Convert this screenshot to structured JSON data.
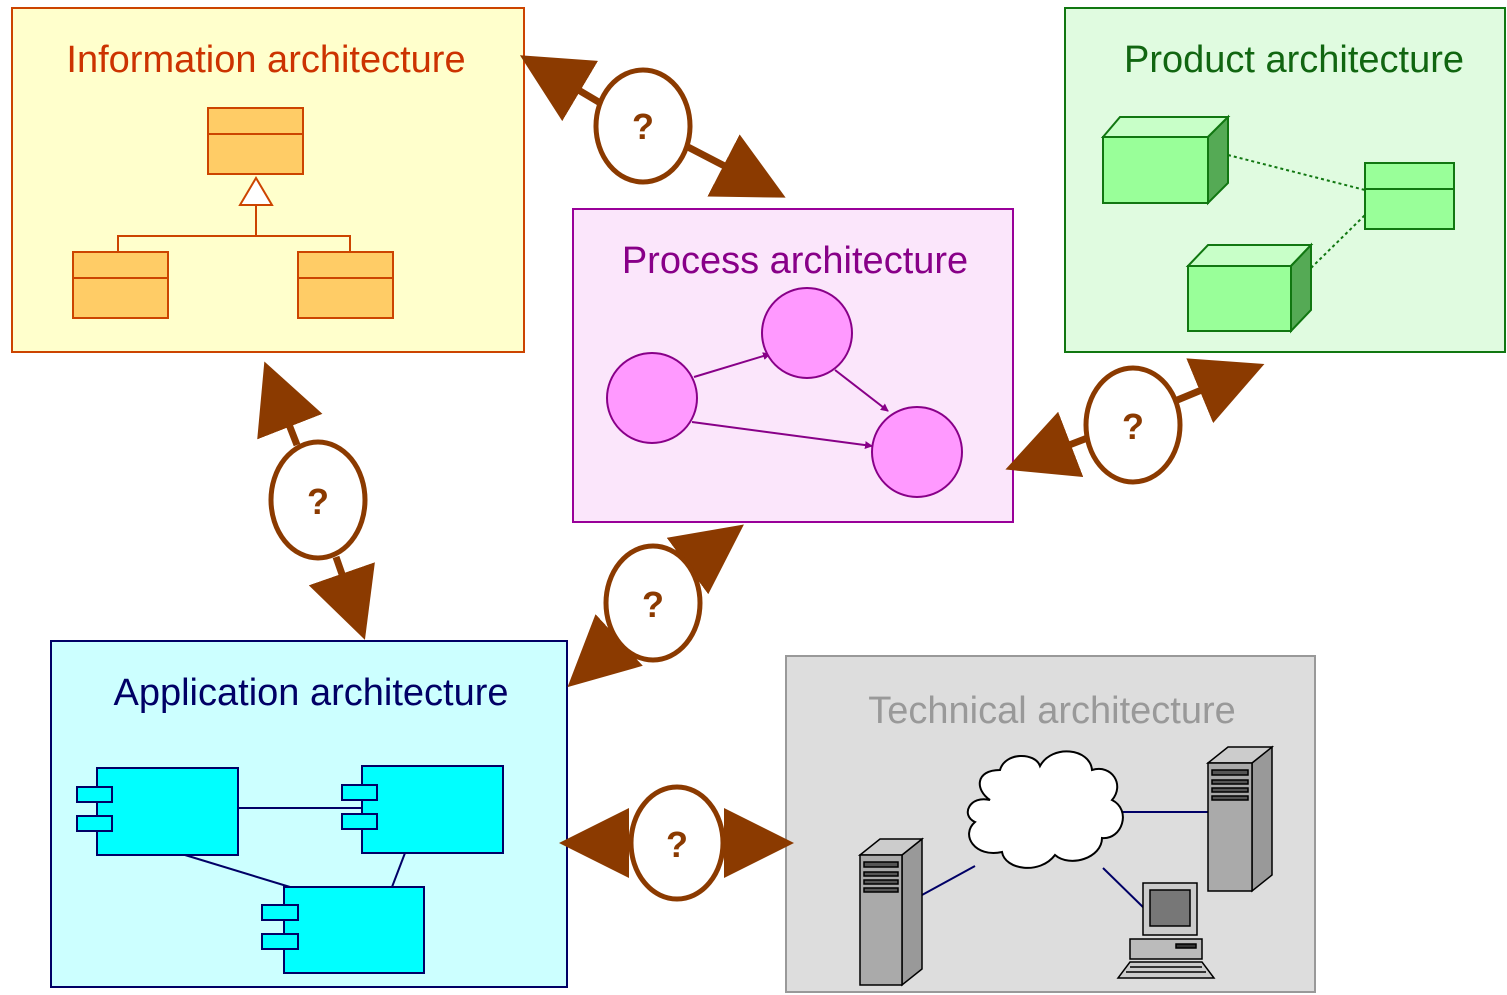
{
  "boxes": {
    "information": {
      "title": "Information architecture",
      "fill": "#ffffcc",
      "stroke": "#cc4400",
      "text_color": "#cc3300"
    },
    "process": {
      "title": "Process architecture",
      "fill": "#fbe6fb",
      "stroke": "#990099",
      "text_color": "#880088"
    },
    "product": {
      "title": "Product architecture",
      "fill": "#e0fbe0",
      "stroke": "#117711",
      "text_color": "#116611"
    },
    "application": {
      "title": "Application architecture",
      "fill": "#ccffff",
      "stroke": "#000066",
      "text_color": "#000066"
    },
    "technical": {
      "title": "Technical architecture",
      "fill": "#dddddd",
      "stroke": "#999999",
      "text_color": "#999999"
    }
  },
  "relations": {
    "label": "?",
    "color": "#8b3a00",
    "links": [
      {
        "from": "information",
        "to": "process"
      },
      {
        "from": "information",
        "to": "application"
      },
      {
        "from": "process",
        "to": "product"
      },
      {
        "from": "process",
        "to": "application"
      },
      {
        "from": "application",
        "to": "technical"
      }
    ]
  },
  "colors": {
    "uml_class": "#ffcc66",
    "state_node": "#ff99ff",
    "component": "#00ffff",
    "product_cube": "#99ff99",
    "network_line": "#000066"
  },
  "icons": [
    "uml-class-icon",
    "state-node-icon",
    "cube-icon",
    "component-icon",
    "cloud-icon",
    "server-icon",
    "computer-icon"
  ]
}
